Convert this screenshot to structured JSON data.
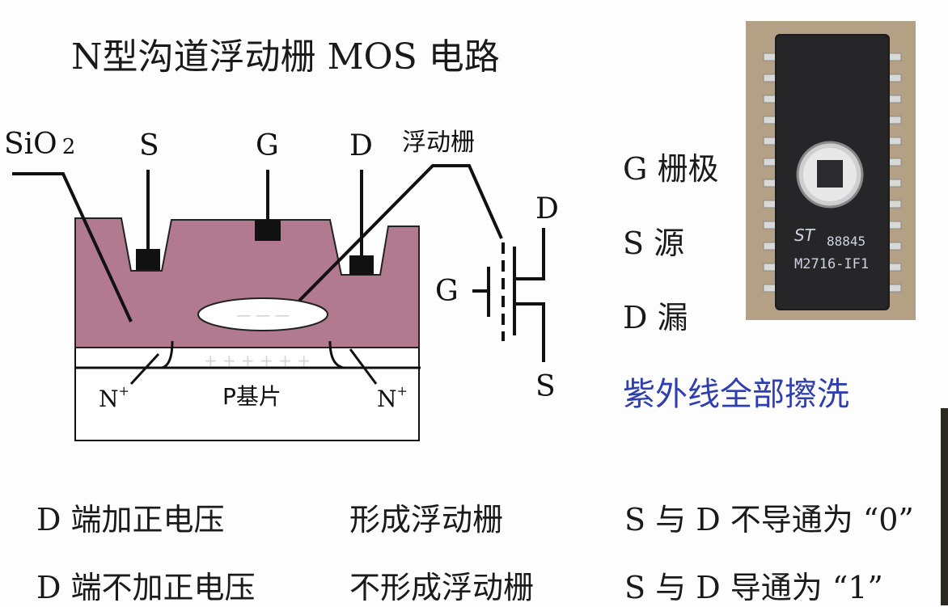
{
  "title": "N型沟道浮动栅 MOS 电路",
  "diagram": {
    "sio2_label": "SiO",
    "sio2_sub": "2",
    "s_label": "S",
    "g_label": "G",
    "d_label": "D",
    "floating_gate_label": "浮动栅",
    "n_left_label": "N",
    "n_left_sup": "+",
    "n_right_label": "N",
    "n_right_sup": "+",
    "substrate_label": "P基片",
    "minus_charges": "— — —",
    "plus_charges": "+ + + + + +",
    "symbol_d": "D",
    "symbol_g": "G",
    "symbol_s": "S"
  },
  "legend": [
    {
      "letter": "G",
      "text": "栅极"
    },
    {
      "letter": "S",
      "text": "源"
    },
    {
      "letter": "D",
      "text": "漏"
    }
  ],
  "chip": {
    "brand": "ST",
    "code1": "88845",
    "code2": "M2716-IF1"
  },
  "uv_note": "紫外线全部擦洗",
  "rows": [
    {
      "condition": "D 端加正电压",
      "effect": "形成浮动栅",
      "result": "S 与 D 不导通为 “0”"
    },
    {
      "condition": "D 端不加正电压",
      "effect": "不形成浮动栅",
      "result": "S 与 D 导通为 “1”"
    }
  ],
  "colors": {
    "oxide": "#b17a8e",
    "uv_note": "#2f3fb0",
    "chip_body": "#1c1c1e",
    "chip_board": "#b8a68c"
  }
}
